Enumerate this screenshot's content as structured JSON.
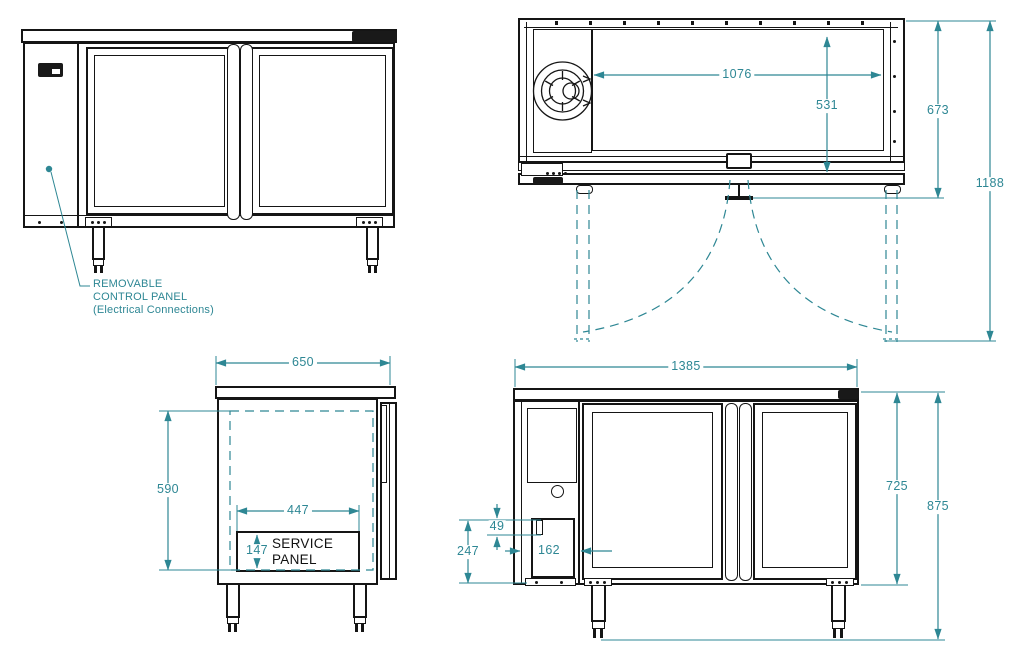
{
  "colors": {
    "dimension_teal": "#2e8794",
    "line_black": "#151515",
    "paper_white": "#ffffff"
  },
  "icons": {
    "condenser_fan": "concentric-circles-with-blades",
    "brand_badge": "dark-label-plate",
    "controller_display": "dark-screen-with-notch"
  },
  "front_view": {
    "annotation": {
      "line1": "REMOVABLE",
      "line2": "CONTROL PANEL",
      "line3": "(Electrical Connections)"
    }
  },
  "plan_view": {
    "dim_interior_width": "1076",
    "dim_interior_depth": "531",
    "dim_body_depth": "673",
    "dim_depth_doors_open": "1188"
  },
  "side_view": {
    "dim_depth": "650",
    "dim_interior_height": "590",
    "dim_service_panel_width": "447",
    "dim_service_panel_height": "147",
    "service_panel": {
      "line1": "SERVICE",
      "line2": "PANEL"
    }
  },
  "front_dim_view": {
    "dim_width": "1385",
    "dim_inlet_height": "49",
    "dim_base_height": "247",
    "dim_compartment_width": "162",
    "dim_body_height": "725",
    "dim_overall_height": "875"
  }
}
